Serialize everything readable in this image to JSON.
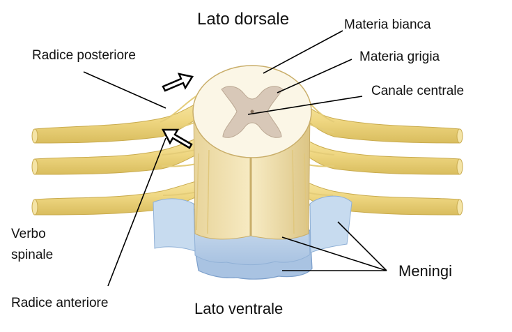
{
  "labels": {
    "lato_dorsale": "Lato dorsale",
    "materia_bianca": "Materia bianca",
    "materia_grigia": "Materia grigia",
    "canale_centrale": "Canale centrale",
    "radice_posteriore": "Radice posteriore",
    "verbo_spinale_line1": "Verbo",
    "verbo_spinale_line2": "spinale",
    "meningi": "Meningi",
    "radice_anteriore": "Radice anteriore",
    "lato_ventrale": "Lato ventrale"
  },
  "colors": {
    "nerve": "#f1dd8e",
    "nerve_dark": "#d8bf62",
    "white_matter": "#fbf6e6",
    "grey_matter": "#d8c8b8",
    "cord": "#f3e3b0",
    "meninges": "#bcd3ea",
    "meninges_dark": "#8fb0d6"
  },
  "icons": [
    "arrow-outgoing-icon",
    "arrow-incoming-icon"
  ]
}
